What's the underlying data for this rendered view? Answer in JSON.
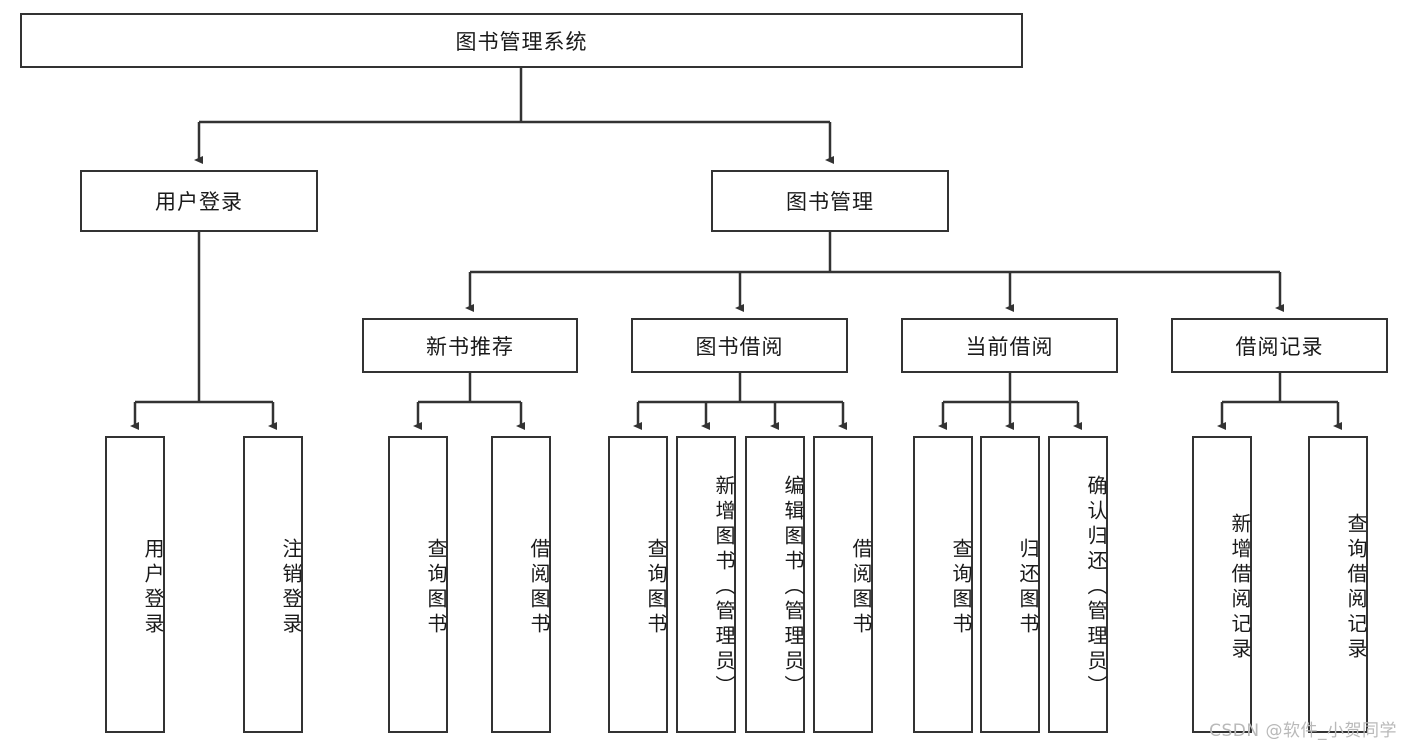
{
  "diagram": {
    "title_node": {
      "label": "图书管理系统"
    },
    "level1": [
      {
        "id": "user-login",
        "label": "用户登录"
      },
      {
        "id": "book-management",
        "label": "图书管理"
      }
    ],
    "level2": [
      {
        "id": "new-book-recommend",
        "label": "新书推荐"
      },
      {
        "id": "book-borrow",
        "label": "图书借阅"
      },
      {
        "id": "current-borrow",
        "label": "当前借阅"
      },
      {
        "id": "borrow-record",
        "label": "借阅记录"
      }
    ],
    "leaves": [
      {
        "id": "leaf-user-login",
        "label": "用户登录",
        "parent": "user-login"
      },
      {
        "id": "leaf-logout",
        "label": "注销登录",
        "parent": "user-login"
      },
      {
        "id": "leaf-query-book-1",
        "label": "查询图书",
        "parent": "new-book-recommend"
      },
      {
        "id": "leaf-borrow-book-1",
        "label": "借阅图书",
        "parent": "new-book-recommend"
      },
      {
        "id": "leaf-query-book-2",
        "label": "查询图书",
        "parent": "book-borrow"
      },
      {
        "id": "leaf-add-book",
        "label": "新增图书（管理员）",
        "parent": "book-borrow"
      },
      {
        "id": "leaf-edit-book",
        "label": "编辑图书（管理员）",
        "parent": "book-borrow"
      },
      {
        "id": "leaf-borrow-book-2",
        "label": "借阅图书",
        "parent": "book-borrow"
      },
      {
        "id": "leaf-query-book-3",
        "label": "查询图书",
        "parent": "current-borrow"
      },
      {
        "id": "leaf-return-book",
        "label": "归还图书",
        "parent": "current-borrow"
      },
      {
        "id": "leaf-confirm-return",
        "label": "确认归还（管理员）",
        "parent": "current-borrow"
      },
      {
        "id": "leaf-add-record",
        "label": "新增借阅记录",
        "parent": "borrow-record"
      },
      {
        "id": "leaf-query-record",
        "label": "查询借阅记录",
        "parent": "borrow-record"
      }
    ],
    "watermark": "CSDN @软件_小贺同学",
    "colors": {
      "border": "#333333",
      "text": "#1a1a1a",
      "background": "#ffffff",
      "watermark": "#b9b9b9"
    }
  }
}
